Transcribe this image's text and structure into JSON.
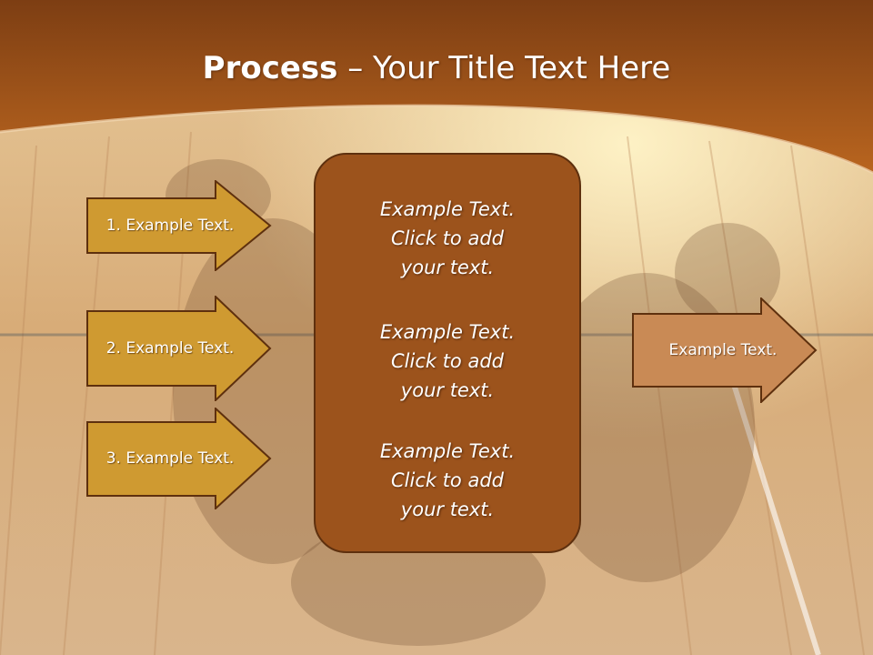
{
  "title": {
    "bold": "Process",
    "separator": " – ",
    "rest": "Your Title Text Here"
  },
  "left_arrows": [
    {
      "label": "1. Example Text."
    },
    {
      "label": "2. Example Text."
    },
    {
      "label": "3. Example Text."
    }
  ],
  "center_blocks": [
    {
      "lines": [
        "Example Text.",
        "Click  to add",
        "your text."
      ]
    },
    {
      "lines": [
        "Example Text.",
        "Click  to add",
        "your text."
      ]
    },
    {
      "lines": [
        "Example Text.",
        "Click  to add",
        "your text."
      ]
    }
  ],
  "right_arrow": {
    "label": "Example Text."
  },
  "colors": {
    "header": "#b4621e",
    "left_arrow_fill": "#cf9a31",
    "arrow_border": "#5e300e",
    "center_fill": "#9c531c",
    "right_arrow_fill": "#c98a55"
  }
}
